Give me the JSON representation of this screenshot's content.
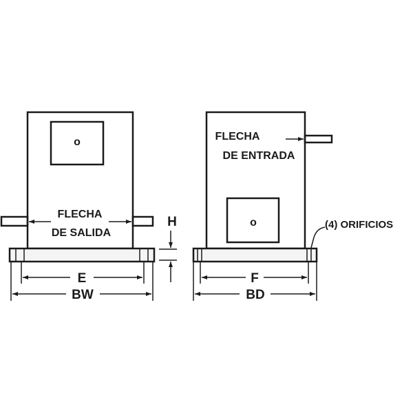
{
  "front_view": {
    "shaft_label_line1": "FLECHA",
    "shaft_label_line2": "DE SALIDA",
    "indicator": "o",
    "dim_e": "E",
    "dim_bw": "BW",
    "dim_h": "H"
  },
  "side_view": {
    "shaft_label_line1": "FLECHA",
    "shaft_label_line2": "DE ENTRADA",
    "indicator": "o",
    "dim_f": "F",
    "dim_bd": "BD",
    "holes_label": "(4) ORIFICIOS"
  }
}
